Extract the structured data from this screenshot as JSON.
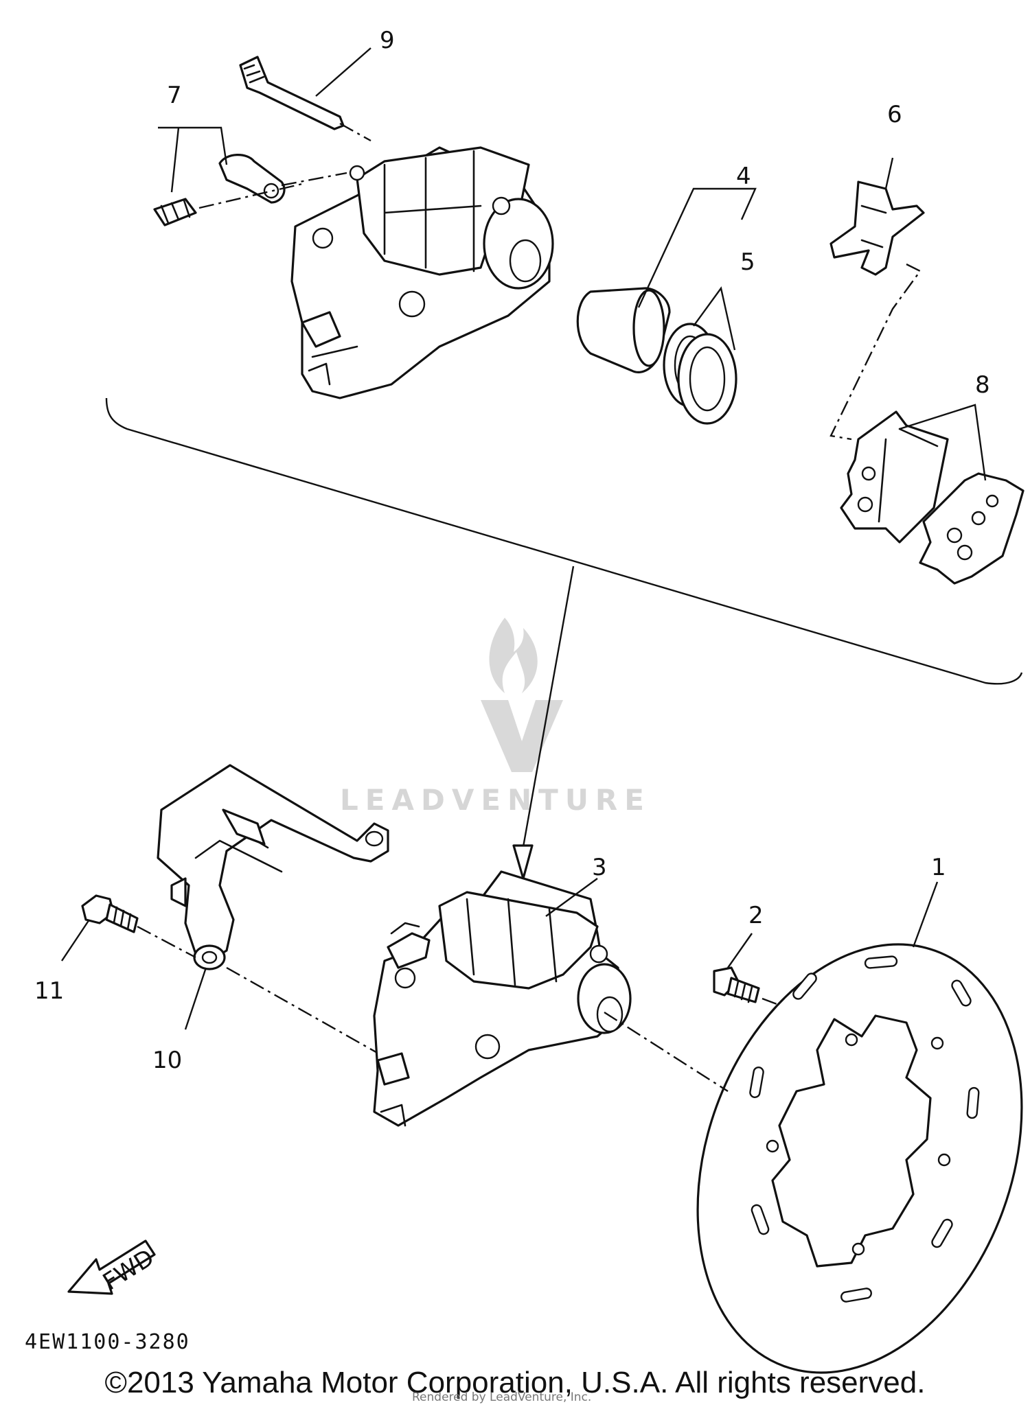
{
  "callouts": {
    "c1": "1",
    "c2": "2",
    "c3": "3",
    "c4": "4",
    "c5": "5",
    "c6": "6",
    "c7": "7",
    "c8": "8",
    "c9": "9",
    "c10": "10",
    "c11": "11"
  },
  "arrow_label": "FWD",
  "watermark": "LEADVENTURE",
  "part_code": "4EW1100-3280",
  "copyright": "©2013 Yamaha Motor Corporation, U.S.A. All rights reserved.",
  "rendered_by": "Rendered by LeadVenture, Inc.",
  "colors": {
    "ink": "#111111",
    "watermark": "#d9d9d9",
    "background": "#ffffff"
  }
}
